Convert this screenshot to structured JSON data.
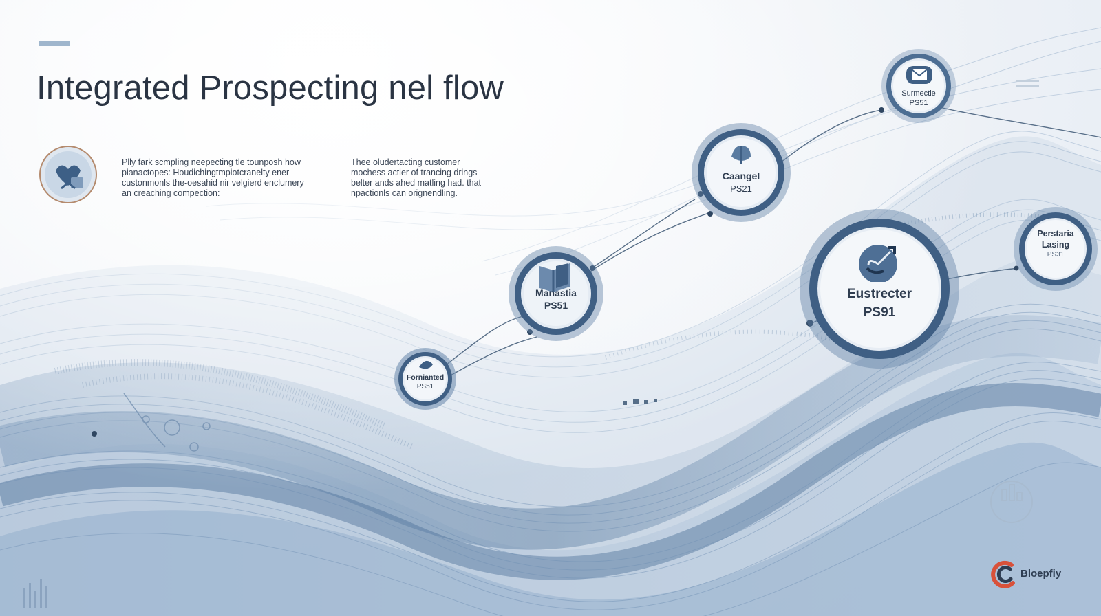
{
  "slide": {
    "title": "Integrated Prospecting nel flow",
    "paragraph_1": [
      "Plly fark scmpling neepecting tle tounposh how",
      "pianactopes: Houdichingtmpiotcranelty ener",
      "custonmonls the-oesahid nir velgierd enclumery",
      "an creaching compection:"
    ],
    "paragraph_2": [
      "Thee oludertacting customer",
      "mochess actier of trancing drings",
      "belter ands ahed matling had. that",
      "npactionls can orignendling."
    ],
    "brand_name": "Bloepfiy"
  },
  "nodes": [
    {
      "id": "fornianted",
      "label": "Fornianted",
      "code": "PS51",
      "icon": "shield-check-icon"
    },
    {
      "id": "manastia",
      "label": "Manastia",
      "code": "PS51",
      "icon": "folder-icon"
    },
    {
      "id": "caangel",
      "label": "Caangel",
      "code": "PS21",
      "icon": "gem-icon"
    },
    {
      "id": "surmectie",
      "label": "Surmectie",
      "code": "PS51",
      "icon": "mail-icon"
    },
    {
      "id": "eustrecter",
      "label": "Eustrecter",
      "code": "PS91",
      "icon": "link-icon"
    },
    {
      "id": "perstaria",
      "label": "Perstaria Lasing",
      "code": "PS31",
      "icon": ""
    }
  ],
  "colors": {
    "accent": "#9fb6cd",
    "wave_dark": "#3f6793",
    "wave_light": "#a9bfd7",
    "node_ring": "#5e7fa4",
    "brand_red": "#d8513a"
  }
}
